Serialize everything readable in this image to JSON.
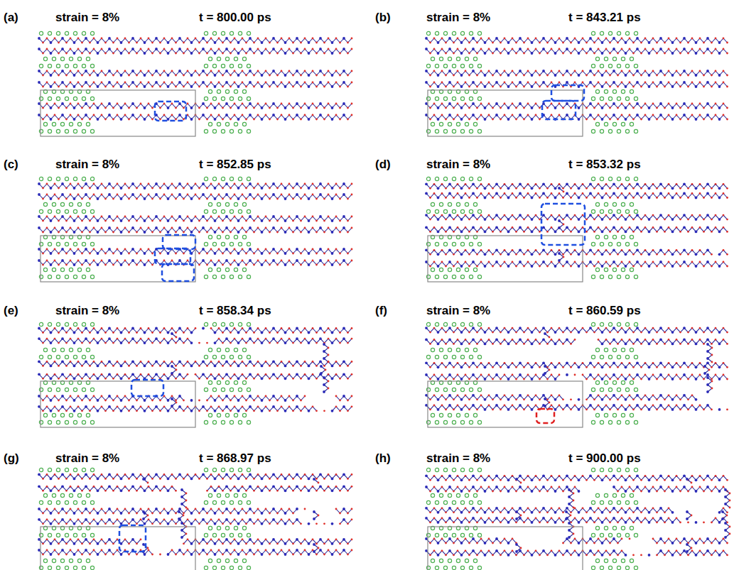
{
  "diagram": {
    "labels": [
      "(a)",
      "strain = 8%",
      "t = 800.00 ps",
      "(b)",
      "strain = 8%",
      "t = 843.21 ps",
      "(c)",
      "strain = 8%",
      "t = 852.85 ps",
      "(d)",
      "strain = 8%",
      "t = 853.32 ps",
      "(e)",
      "strain = 8%",
      "t = 858.34 ps",
      "(f)",
      "strain = 8%",
      "t = 860.59 ps",
      "(g)",
      "strain = 8%",
      "t = 868.97 ps",
      "(h)",
      "strain = 8%",
      "t = 900.00 ps"
    ]
  }
}
